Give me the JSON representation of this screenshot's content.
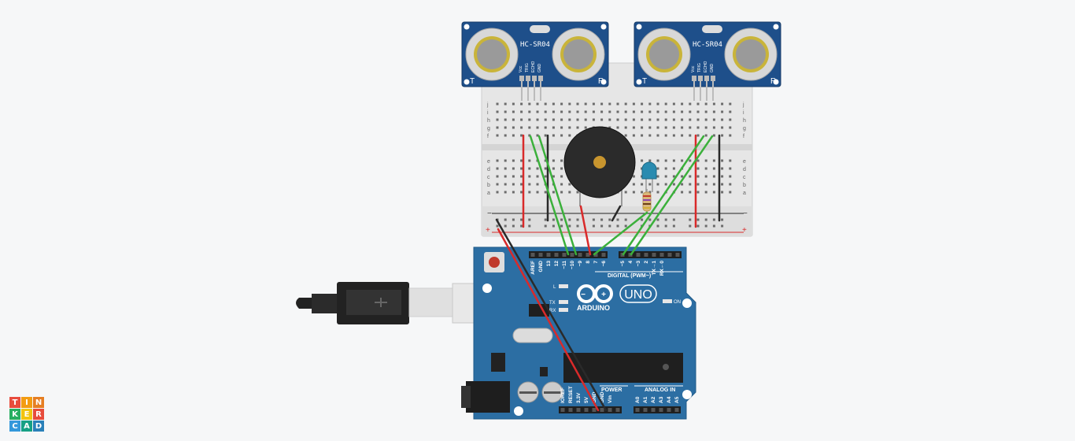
{
  "sensors": [
    {
      "model": "HC-SR04",
      "pins": [
        "Vcc",
        "TRIG",
        "ECHO",
        "GND"
      ],
      "t_label": "T",
      "r_label": "R"
    },
    {
      "model": "HC-SR04",
      "pins": [
        "Vcc",
        "TRIG",
        "ECHO",
        "GND"
      ],
      "t_label": "T",
      "r_label": "R"
    }
  ],
  "arduino": {
    "brand": "ARDUINO",
    "model": "UNO",
    "digital_header": "DIGITAL (PWM~)",
    "digital_pins": [
      "AREF",
      "GND",
      "13",
      "12",
      "~11",
      "~10",
      "~9",
      "8",
      "7",
      "~6",
      "~5",
      "4",
      "~3",
      "2",
      "TX→1",
      "RX←0"
    ],
    "power_header": "POWER",
    "power_pins": [
      "IOREF",
      "RESET",
      "3.3V",
      "5V",
      "GND",
      "GND",
      "Vin"
    ],
    "analog_header": "ANALOG IN",
    "analog_pins": [
      "A0",
      "A1",
      "A2",
      "A3",
      "A4",
      "A5"
    ],
    "led_labels": [
      "L",
      "TX",
      "RX"
    ],
    "on_label": "ON"
  },
  "breadboard": {
    "row_letters_top": [
      "j",
      "i",
      "h",
      "g",
      "f"
    ],
    "row_letters_bottom": [
      "e",
      "d",
      "c",
      "b",
      "a"
    ],
    "rail_minus": "−",
    "rail_plus": "+"
  },
  "logo": {
    "letters": [
      "T",
      "I",
      "N",
      "K",
      "E",
      "R",
      "C",
      "A",
      "D"
    ],
    "colors": [
      "#e84c3d",
      "#f39c12",
      "#e67e22",
      "#27ae60",
      "#f1c40f",
      "#e74c3c",
      "#3498db",
      "#16a085",
      "#2980b9"
    ]
  },
  "colors": {
    "board_blue": "#2c6ea3",
    "sensor_blue": "#1e4f8a",
    "wire_red": "#d92a2a",
    "wire_green": "#3bb03b",
    "wire_black": "#2a2a2a"
  }
}
